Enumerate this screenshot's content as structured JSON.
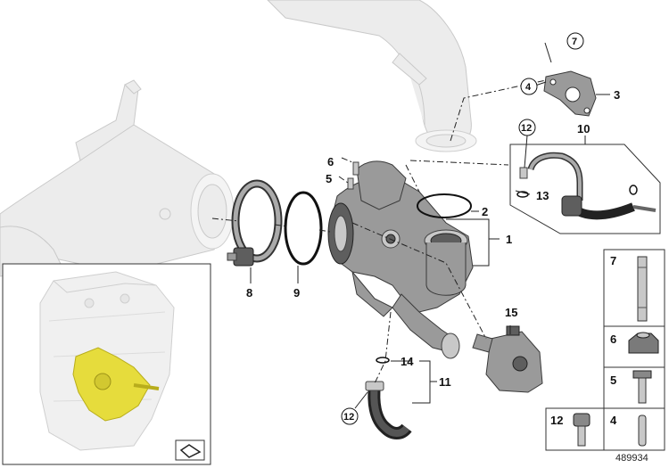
{
  "diagram": {
    "diagram_id": "489934",
    "colors": {
      "highlight": "#e6dc3c",
      "part": "#9a9a9a",
      "ghost": "#ececec",
      "line": "#222222"
    },
    "callouts": [
      {
        "id": "c1",
        "label": "1",
        "circled": false
      },
      {
        "id": "c2",
        "label": "2",
        "circled": false
      },
      {
        "id": "c3",
        "label": "3",
        "circled": false
      },
      {
        "id": "c4",
        "label": "4",
        "circled": true
      },
      {
        "id": "c5",
        "label": "5",
        "circled": false
      },
      {
        "id": "c6",
        "label": "6",
        "circled": false
      },
      {
        "id": "c7",
        "label": "7",
        "circled": true
      },
      {
        "id": "c8",
        "label": "8",
        "circled": false
      },
      {
        "id": "c9",
        "label": "9",
        "circled": false
      },
      {
        "id": "c10",
        "label": "10",
        "circled": false
      },
      {
        "id": "c11",
        "label": "11",
        "circled": false
      },
      {
        "id": "c12a",
        "label": "12",
        "circled": true
      },
      {
        "id": "c12b",
        "label": "12",
        "circled": true
      },
      {
        "id": "c13",
        "label": "13",
        "circled": false
      },
      {
        "id": "c14",
        "label": "14",
        "circled": false
      },
      {
        "id": "c15",
        "label": "15",
        "circled": false
      }
    ],
    "hardware_panel": [
      {
        "id": "h7",
        "label": "7"
      },
      {
        "id": "h6",
        "label": "6"
      },
      {
        "id": "h5",
        "label": "5"
      },
      {
        "id": "h4",
        "label": "4"
      },
      {
        "id": "h12",
        "label": "12"
      }
    ],
    "icons": {
      "inset_corner": "tool-corner-icon"
    }
  }
}
